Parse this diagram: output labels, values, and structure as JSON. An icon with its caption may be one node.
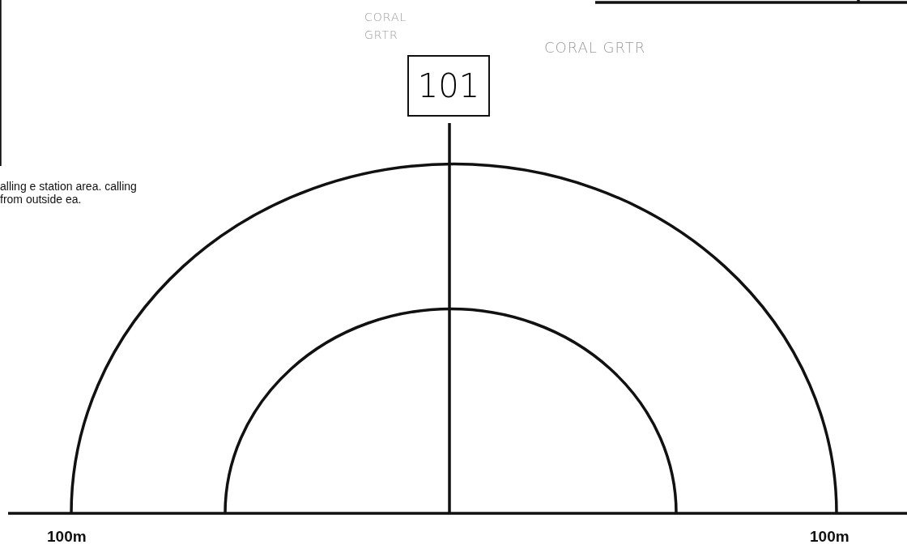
{
  "diagram": {
    "nodes": [
      {
        "text": [
          "101"
        ]
      }
    ],
    "labels": [
      "alling e station area. calling from outside ea.",
      "CORAL GRTR",
      "CORAL GRTR",
      "100m",
      "100m"
    ]
  }
}
